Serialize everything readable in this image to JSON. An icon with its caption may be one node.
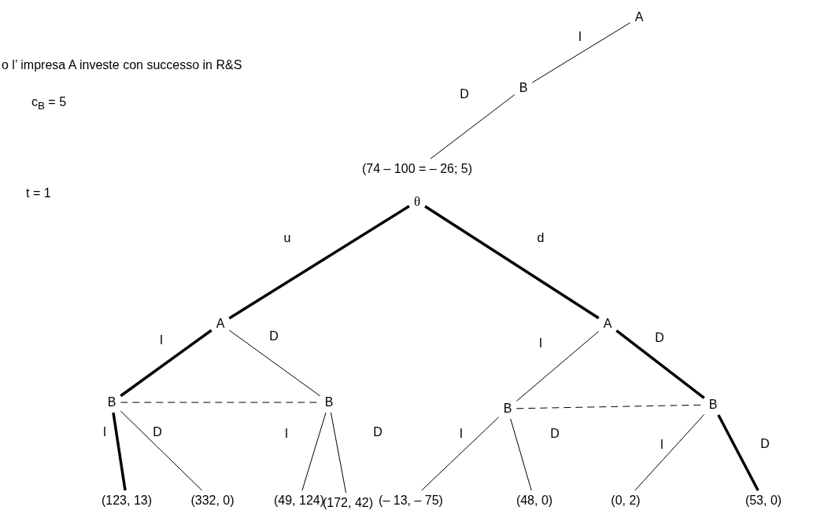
{
  "diagram": {
    "nodes": [
      {
        "text": [
          "A"
        ]
      },
      {
        "text": [
          "B"
        ]
      },
      {
        "text": [
          "(74 – 100 = – 26; 5)"
        ]
      },
      {
        "text": [
          "θ"
        ]
      },
      {
        "text": [
          "A"
        ]
      },
      {
        "text": [
          "A"
        ]
      },
      {
        "text": [
          "B"
        ]
      },
      {
        "text": [
          "B"
        ]
      },
      {
        "text": [
          "B"
        ]
      },
      {
        "text": [
          "B"
        ]
      },
      {
        "text": [
          "(123, 13)"
        ]
      },
      {
        "text": [
          "(332, 0)"
        ]
      },
      {
        "text": [
          "(49, 124)"
        ]
      },
      {
        "text": [
          "(172, 42)"
        ]
      },
      {
        "text": [
          "(– 13, – 75)"
        ]
      },
      {
        "text": [
          "(48, 0)"
        ]
      },
      {
        "text": [
          "(0, 2)"
        ]
      },
      {
        "text": [
          "(53, 0)"
        ]
      }
    ],
    "edges": [
      {
        "from": 0,
        "to": 1,
        "arrow": "none",
        "label": "I"
      },
      {
        "from": 1,
        "to": 2,
        "arrow": "none",
        "label": "D"
      },
      {
        "from": 3,
        "to": 4,
        "arrow": "none",
        "label": "u",
        "style": "thick"
      },
      {
        "from": 3,
        "to": 5,
        "arrow": "none",
        "label": "d",
        "style": "thick"
      },
      {
        "from": 4,
        "to": 6,
        "arrow": "none",
        "label": "I",
        "style": "thick"
      },
      {
        "from": 4,
        "to": 7,
        "arrow": "none",
        "label": "D"
      },
      {
        "from": 5,
        "to": 8,
        "arrow": "none",
        "label": "I"
      },
      {
        "from": 5,
        "to": 9,
        "arrow": "none",
        "label": "D",
        "style": "thick"
      },
      {
        "from": 6,
        "to": 7,
        "arrow": "none",
        "style": "dashed"
      },
      {
        "from": 8,
        "to": 9,
        "arrow": "none",
        "style": "dashed"
      },
      {
        "from": 6,
        "to": 10,
        "arrow": "none",
        "label": "I",
        "style": "thick"
      },
      {
        "from": 6,
        "to": 11,
        "arrow": "none",
        "label": "D"
      },
      {
        "from": 7,
        "to": 12,
        "arrow": "none",
        "label": "I"
      },
      {
        "from": 7,
        "to": 13,
        "arrow": "none",
        "label": "D"
      },
      {
        "from": 8,
        "to": 14,
        "arrow": "none",
        "label": "I"
      },
      {
        "from": 8,
        "to": 15,
        "arrow": "none",
        "label": "D"
      },
      {
        "from": 9,
        "to": 16,
        "arrow": "none",
        "label": "I"
      },
      {
        "from": 9,
        "to": 17,
        "arrow": "none",
        "label": "D",
        "style": "thick"
      }
    ],
    "labels": [
      "o l’ impresa A investe con successo in R&S",
      "c$_{B}$ = 5",
      "t = 1"
    ]
  }
}
